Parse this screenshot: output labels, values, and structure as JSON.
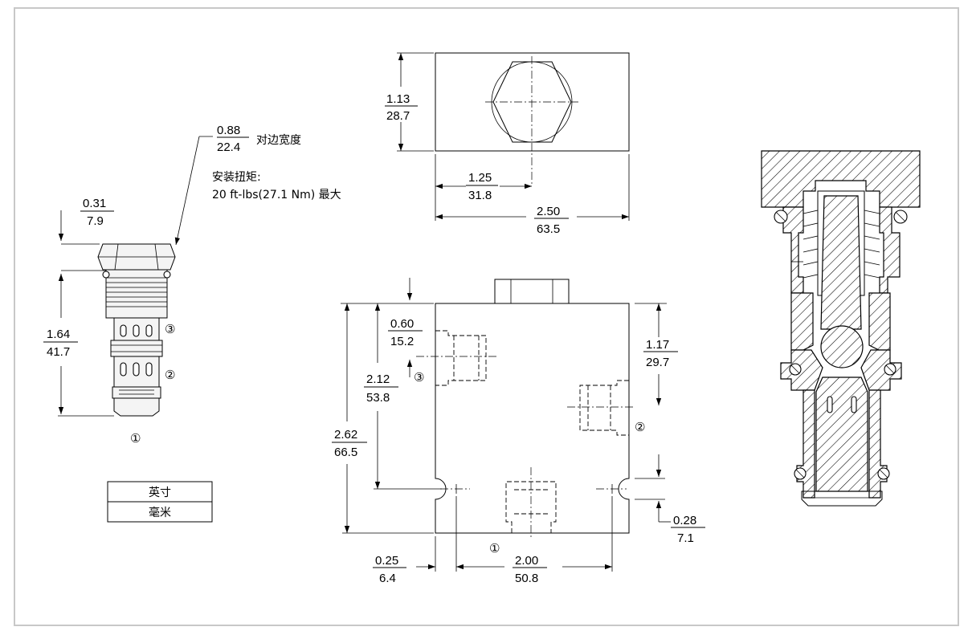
{
  "cartridge": {
    "hex_dim": {
      "inch": "0.88",
      "mm": "22.4",
      "note": "对边宽度"
    },
    "torque_title": "安装扭矩:",
    "torque_value": "20 ft-lbs(27.1 Nm) 最大",
    "hex_height": {
      "inch": "0.31",
      "mm": "7.9"
    },
    "length": {
      "inch": "1.64",
      "mm": "41.7"
    },
    "port_labels": [
      "①",
      "②",
      "③"
    ]
  },
  "top_view": {
    "height": {
      "inch": "1.13",
      "mm": "28.7"
    },
    "center": {
      "inch": "1.25",
      "mm": "31.8"
    },
    "width": {
      "inch": "2.50",
      "mm": "63.5"
    }
  },
  "body_view": {
    "port3_offset": {
      "inch": "0.60",
      "mm": "15.2"
    },
    "port3_height": {
      "inch": "2.12",
      "mm": "53.8"
    },
    "total_height": {
      "inch": "2.62",
      "mm": "66.5"
    },
    "port2_offset": {
      "inch": "1.17",
      "mm": "29.7"
    },
    "mount_offset": {
      "inch": "0.28",
      "mm": "7.1"
    },
    "mount_edge": {
      "inch": "0.25",
      "mm": "6.4"
    },
    "mount_spacing": {
      "inch": "2.00",
      "mm": "50.8"
    },
    "port_labels": [
      "①",
      "②",
      "③"
    ]
  },
  "legend": {
    "inch": "英寸",
    "mm": "毫米"
  }
}
